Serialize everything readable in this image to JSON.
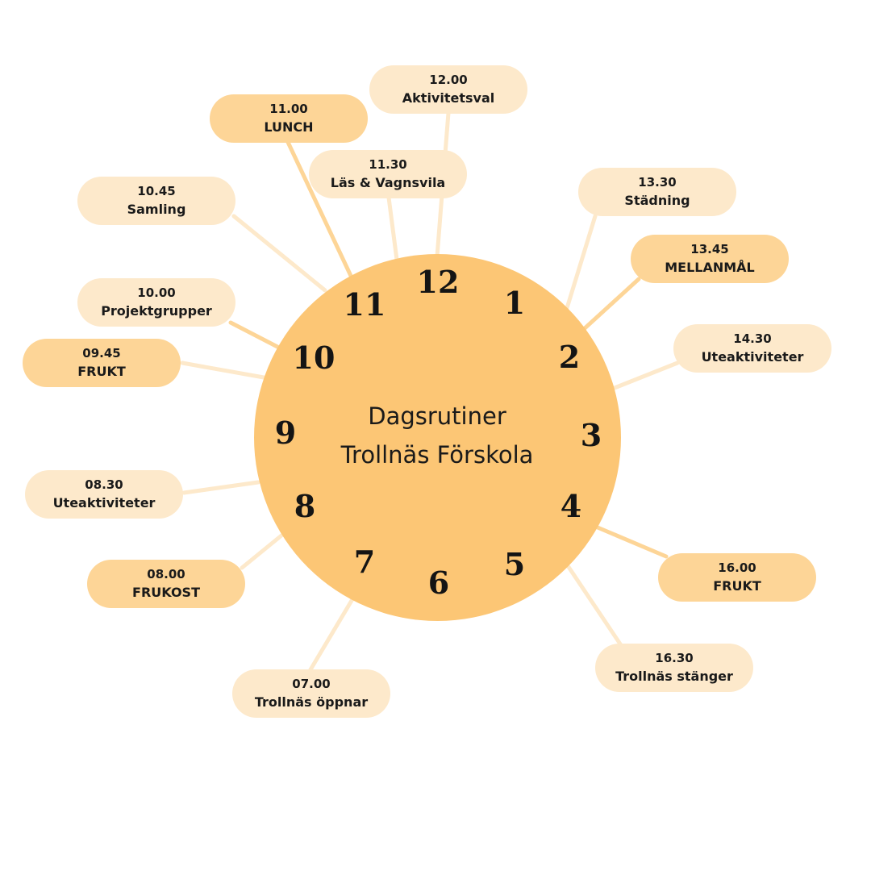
{
  "title": {
    "line1": "Dagsrutiner",
    "line2": "Trollnäs Förskola"
  },
  "clock": {
    "numerals": [
      "12",
      "1",
      "2",
      "3",
      "4",
      "5",
      "6",
      "7",
      "8",
      "9",
      "10",
      "11"
    ]
  },
  "schedule": [
    {
      "time": "12.00",
      "label": "Aktivitetsval"
    },
    {
      "time": "11.00",
      "label": "LUNCH"
    },
    {
      "time": "11.30",
      "label": "Läs & Vagnsvila"
    },
    {
      "time": "10.45",
      "label": "Samling"
    },
    {
      "time": "13.30",
      "label": "Städning"
    },
    {
      "time": "13.45",
      "label": "MELLANMÅL"
    },
    {
      "time": "10.00",
      "label": "Projektgrupper"
    },
    {
      "time": "14.30",
      "label": "Uteaktiviteter"
    },
    {
      "time": "09.45",
      "label": "FRUKT"
    },
    {
      "time": "08.30",
      "label": "Uteaktiviteter"
    },
    {
      "time": "16.00",
      "label": "FRUKT"
    },
    {
      "time": "08.00",
      "label": "FRUKOST"
    },
    {
      "time": "16.30",
      "label": "Trollnäs stänger"
    },
    {
      "time": "07.00",
      "label": "Trollnäs öppnar"
    }
  ],
  "colors": {
    "clock_face": "#fcc675",
    "pill_light": "#fde9cb",
    "pill_dark": "#fdd597",
    "connector_light": "#fde9cb",
    "connector_dark": "#fdd597",
    "text": "#1a1a1a"
  }
}
